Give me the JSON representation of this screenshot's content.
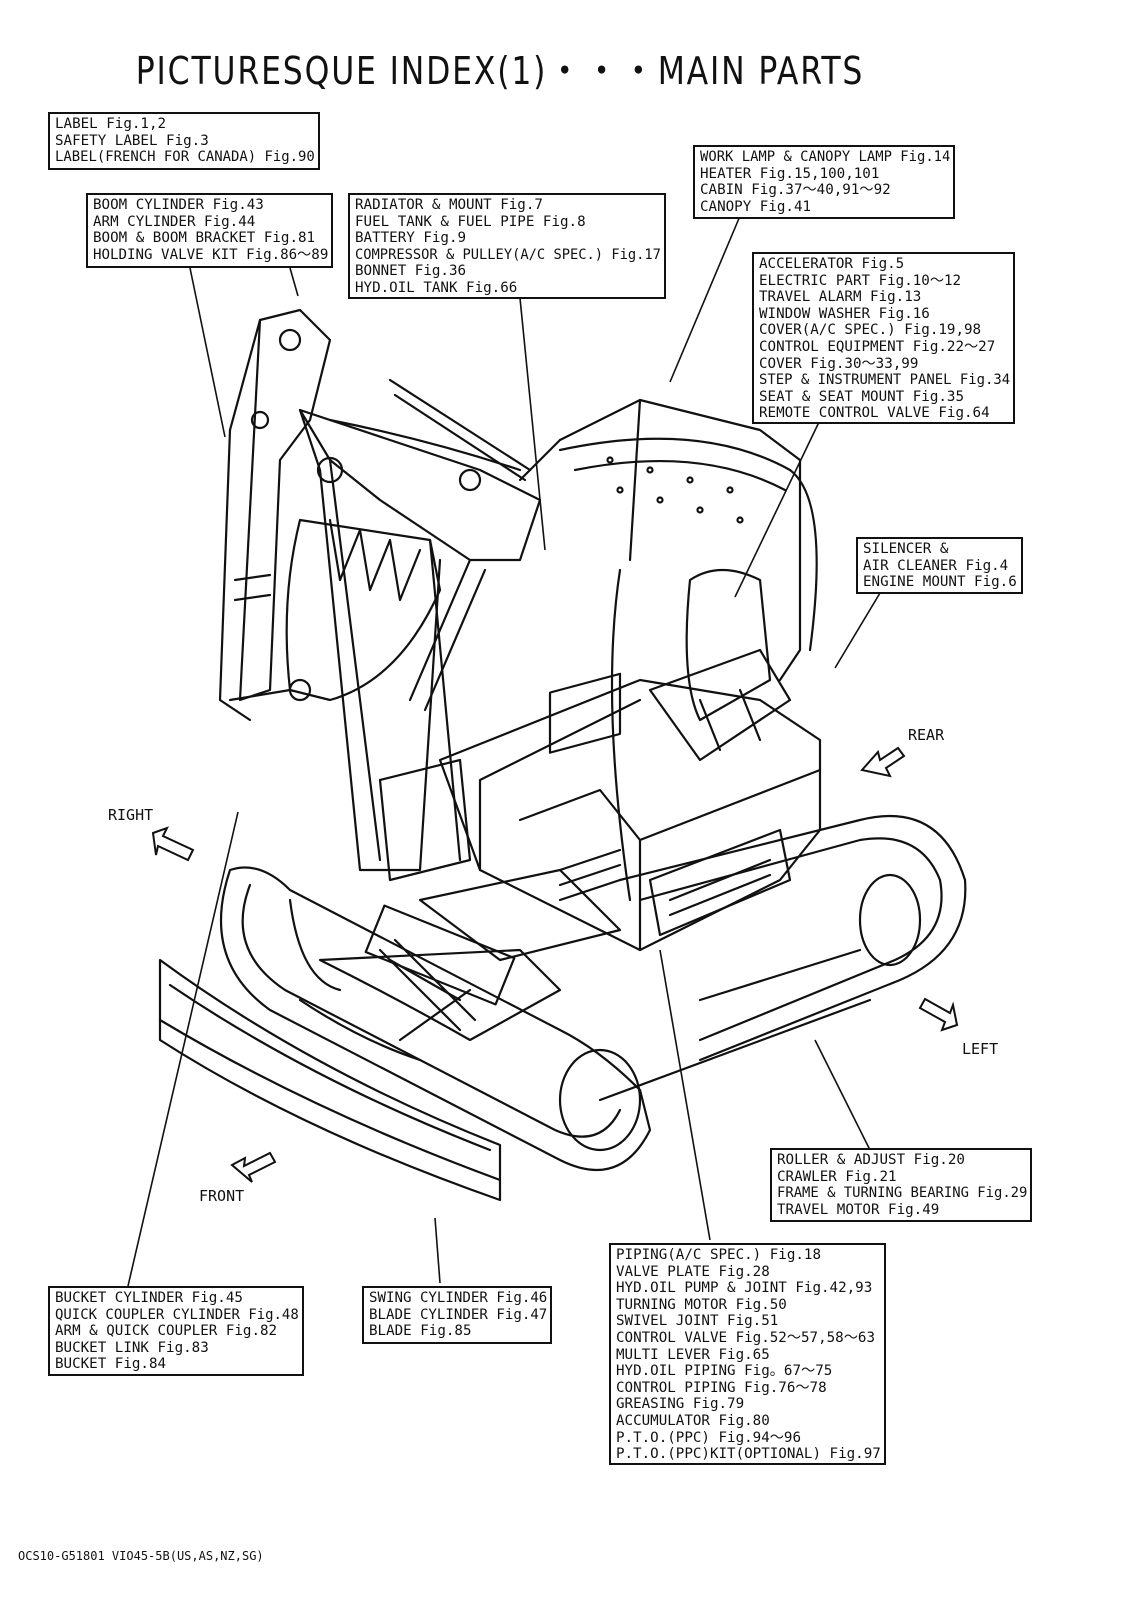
{
  "title": "PICTURESQUE INDEX(1)・・・MAIN PARTS",
  "labels": {
    "label_group": [
      "LABEL Fig.1,2",
      "SAFETY LABEL Fig.3",
      "LABEL(FRENCH FOR CANADA) Fig.90"
    ],
    "boom_group": [
      "BOOM CYLINDER Fig.43",
      "ARM CYLINDER Fig.44",
      "BOOM & BOOM BRACKET Fig.81",
      "HOLDING VALVE KIT Fig.86～89"
    ],
    "radiator_group": [
      "RADIATOR & MOUNT Fig.7",
      "FUEL TANK & FUEL PIPE Fig.8",
      "BATTERY Fig.9",
      "COMPRESSOR & PULLEY(A/C SPEC.) Fig.17",
      "BONNET Fig.36",
      "HYD.OIL TANK Fig.66"
    ],
    "lamp_group": [
      "WORK LAMP & CANOPY LAMP Fig.14",
      "HEATER Fig.15,100,101",
      "CABIN Fig.37～40,91～92",
      "CANOPY Fig.41"
    ],
    "accel_group": [
      "ACCELERATOR Fig.5",
      "ELECTRIC PART Fig.10～12",
      "TRAVEL ALARM Fig.13",
      "WINDOW WASHER Fig.16",
      "COVER(A/C SPEC.) Fig.19,98",
      "CONTROL EQUIPMENT Fig.22～27",
      "COVER Fig.30～33,99",
      "STEP & INSTRUMENT PANEL Fig.34",
      "SEAT & SEAT MOUNT Fig.35",
      "REMOTE CONTROL VALVE Fig.64"
    ],
    "silencer_group": [
      "SILENCER &",
      "AIR CLEANER Fig.4",
      "ENGINE MOUNT Fig.6"
    ],
    "roller_group": [
      "ROLLER & ADJUST Fig.20",
      "CRAWLER Fig.21",
      "FRAME & TURNING BEARING Fig.29",
      "TRAVEL MOTOR Fig.49"
    ],
    "piping_group": [
      "PIPING(A/C SPEC.) Fig.18",
      "VALVE PLATE Fig.28",
      "HYD.OIL PUMP & JOINT Fig.42,93",
      "TURNING MOTOR Fig.50",
      "SWIVEL JOINT Fig.51",
      "CONTROL VALVE Fig.52～57,58～63",
      "MULTI LEVER Fig.65",
      "HYD.OIL PIPING Fig。67～75",
      "CONTROL PIPING Fig.76～78",
      "GREASING Fig.79",
      "ACCUMULATOR Fig.80",
      "P.T.O.(PPC) Fig.94～96",
      "P.T.O.(PPC)KIT(OPTIONAL) Fig.97"
    ],
    "bucket_group": [
      "BUCKET CYLINDER Fig.45",
      "QUICK COUPLER CYLINDER Fig.48",
      "ARM & QUICK COUPLER Fig.82",
      "BUCKET LINK Fig.83",
      "BUCKET Fig.84"
    ],
    "swing_group": [
      "SWING CYLINDER Fig.46",
      "BLADE CYLINDER Fig.47",
      "BLADE Fig.85"
    ]
  },
  "directions": {
    "rear": "REAR",
    "right": "RIGHT",
    "left": "LEFT",
    "front": "FRONT"
  },
  "doc_ref": "OCS10-G51801 VIO45-5B(US,AS,NZ,SG)"
}
